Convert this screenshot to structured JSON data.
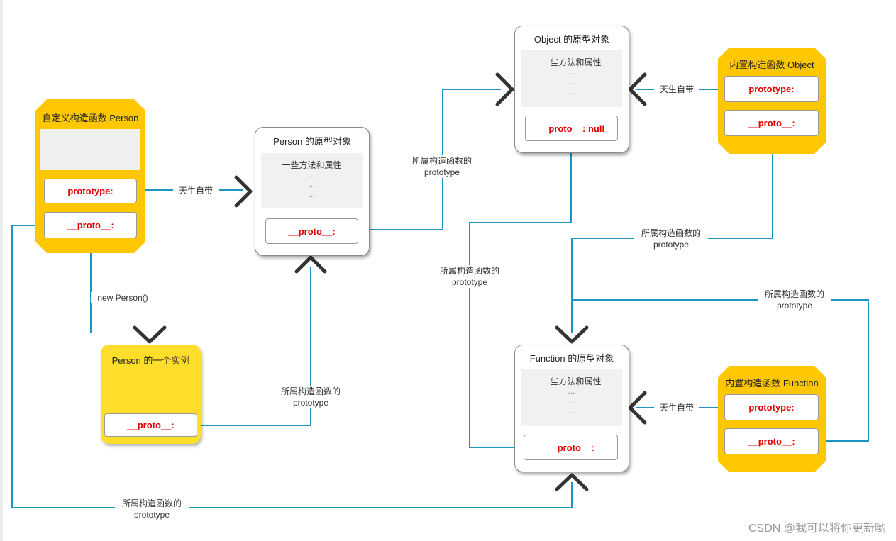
{
  "nodes": {
    "person_ctor": {
      "title": "自定义构造函数 Person",
      "prototype": "prototype:",
      "proto": "__proto__:"
    },
    "person_proto": {
      "title": "Person  的原型对象",
      "methods": "一些方法和属性",
      "dots": "…",
      "proto": "__proto__:"
    },
    "instance": {
      "title": "Person 的一个实例",
      "proto": "__proto__:"
    },
    "object_proto": {
      "title": "Object  的原型对象",
      "methods": "一些方法和属性",
      "dots": "…",
      "proto": "__proto__: null"
    },
    "object_ctor": {
      "title": "内置构造函数 Object",
      "prototype": "prototype:",
      "proto": "__proto__:"
    },
    "function_proto": {
      "title": "Function  的原型对象",
      "methods": "一些方法和属性",
      "dots": "…",
      "proto": "__proto__:"
    },
    "function_ctor": {
      "title": "内置构造函数 Function",
      "prototype": "prototype:",
      "proto": "__proto__:"
    }
  },
  "edge_labels": {
    "born_with": "天生自带",
    "new_person": "new Person()",
    "belongs_line1": "所属构造函数的",
    "belongs_line2": "prototype"
  },
  "colors": {
    "connector": "#1c95c6",
    "arrowhead": "#333333",
    "constructor_fill": "#fec700",
    "instance_fill": "#fede2a",
    "red_text": "#e00000"
  },
  "watermark": "CSDN @我可以将你更新哟"
}
